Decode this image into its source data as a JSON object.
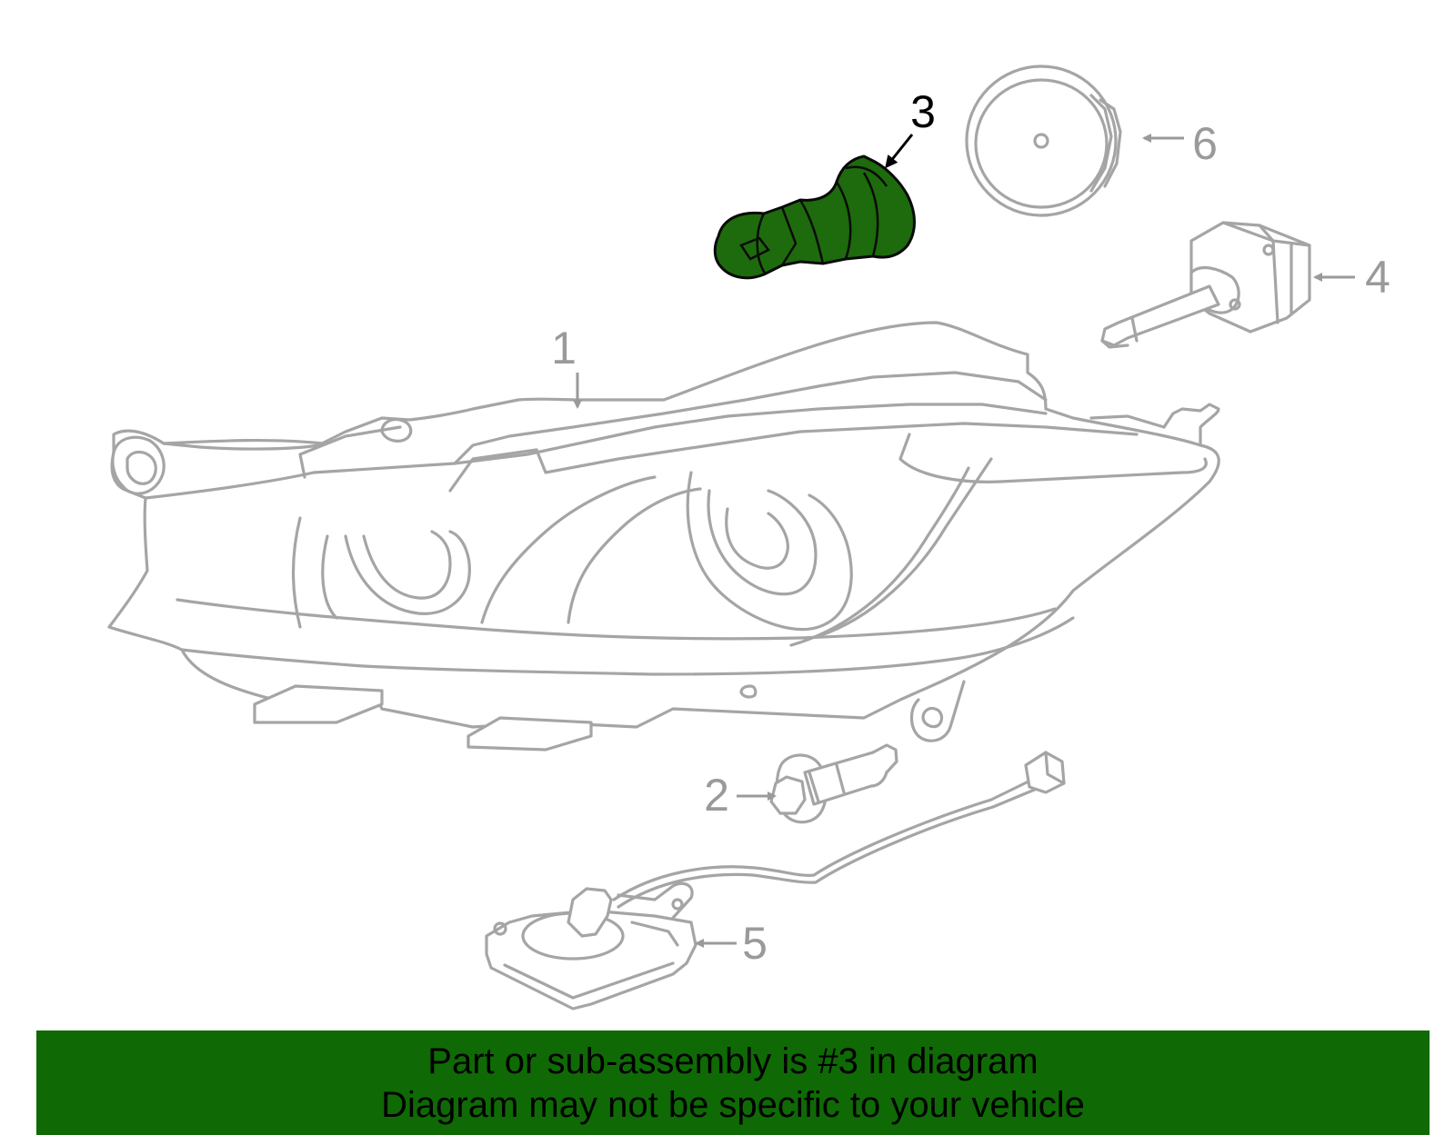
{
  "diagram": {
    "callouts": {
      "one": "1",
      "two": "2",
      "three": "3",
      "four": "4",
      "five": "5",
      "six": "6"
    },
    "highlight_color": "#1d6b0c",
    "part_stroke_color": "#a5a5a5"
  },
  "banner": {
    "line1": "Part or sub-assembly is #3 in diagram",
    "line2": "Diagram may not be specific to your vehicle",
    "background": "#0f6a05"
  }
}
